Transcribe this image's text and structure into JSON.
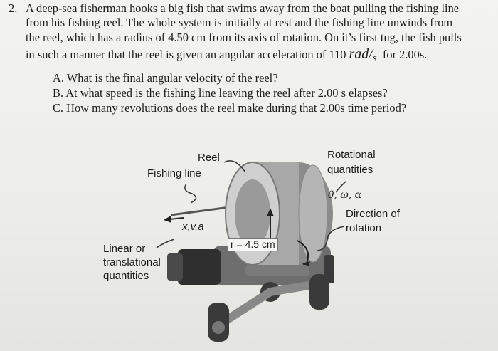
{
  "problem": {
    "number": "2.",
    "line1": "A deep-sea fisherman hooks a big fish that swims away from the boat pulling the fishing line",
    "line2": "from his fishing reel. The whole system is initially at rest and the fishing line unwinds from",
    "line3": "the reel, which has a radius of 4.50 cm from its axis of rotation. On it’s first tug, the fish pulls",
    "line4_pre": "in such a manner that the reel is given an angular acceleration of 110",
    "unit_num": "rad",
    "unit_den": "s",
    "line4_post": "for 2.00s.",
    "questions": [
      "A.  What is the final angular velocity of the reel?",
      "B.  At what speed is the fishing line leaving the reel after 2.00 s elapses?",
      "C.  How many revolutions does the reel make during that 2.00s time period?"
    ]
  },
  "figure": {
    "reel_label": "Reel",
    "fishing_line_label": "Fishing line",
    "rotational_label_1": "Rotational",
    "rotational_label_2": "quantities",
    "rotational_symbols": "θ, ω, α",
    "direction_label_1": "Direction of",
    "direction_label_2": "rotation",
    "xva_label": "x,v,a",
    "linear_label_1": "Linear or",
    "linear_label_2": "translational",
    "linear_label_3": "quantities",
    "radius_label": "r = 4.5 cm"
  }
}
